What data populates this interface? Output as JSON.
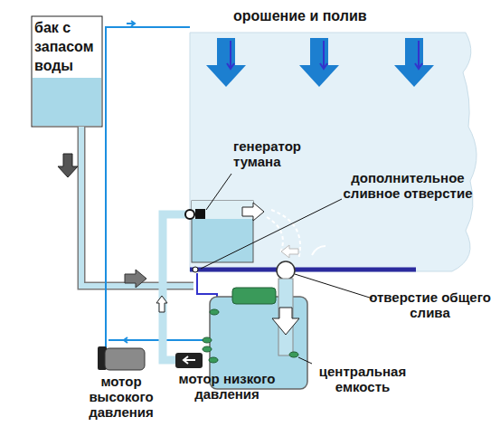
{
  "diagram": {
    "nodes": [
      {
        "text": [
          "бак с запасом воды"
        ]
      },
      {
        "text": [
          "мотор высокого давления"
        ]
      },
      {
        "text": [
          "мотор низкого давления"
        ]
      }
    ],
    "labels": [
      "орошение и полив",
      "генератор тумана",
      "дополнительное сливное отверстие",
      "отверстие общего слива",
      "центральная емкость"
    ]
  }
}
